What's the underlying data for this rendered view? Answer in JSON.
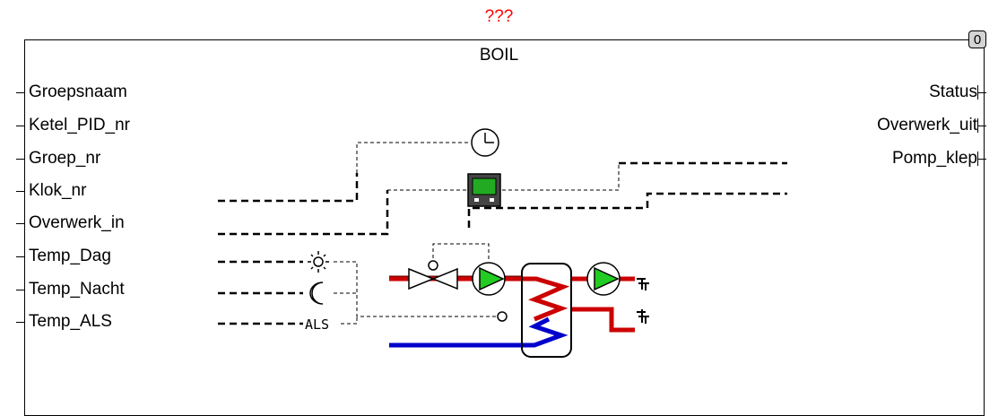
{
  "block": {
    "instance_name": "???",
    "type": "BOIL",
    "counter": "0"
  },
  "inputs": [
    "Groepsnaam",
    "Ketel_PID_nr",
    "Groep_nr",
    "Klok_nr",
    "Overwerk_in",
    "Temp_Dag",
    "Temp_Nacht",
    "Temp_ALS"
  ],
  "outputs": [
    "Status",
    "Overwerk_uit",
    "Pomp_klep"
  ],
  "diagram": {
    "als_label": "ALS",
    "colors": {
      "hot_pipe": "#cc0000",
      "cold_pipe": "#0000cc",
      "pump_fill": "#22cc22",
      "display_fill": "#22aa22",
      "display_frame": "#444444"
    }
  }
}
